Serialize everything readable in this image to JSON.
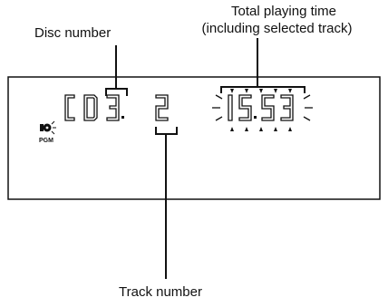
{
  "callouts": {
    "disc_number": "Disc number",
    "total_time_line1": "Total playing time",
    "total_time_line2": "(including selected track)",
    "track_number": "Track number"
  },
  "display": {
    "indicator_text": "PGM",
    "indicator_icon": "disc-icon",
    "main_readout": "CD 3.",
    "track_readout": "2",
    "time_readout": "15.53",
    "time_blinking": true
  }
}
